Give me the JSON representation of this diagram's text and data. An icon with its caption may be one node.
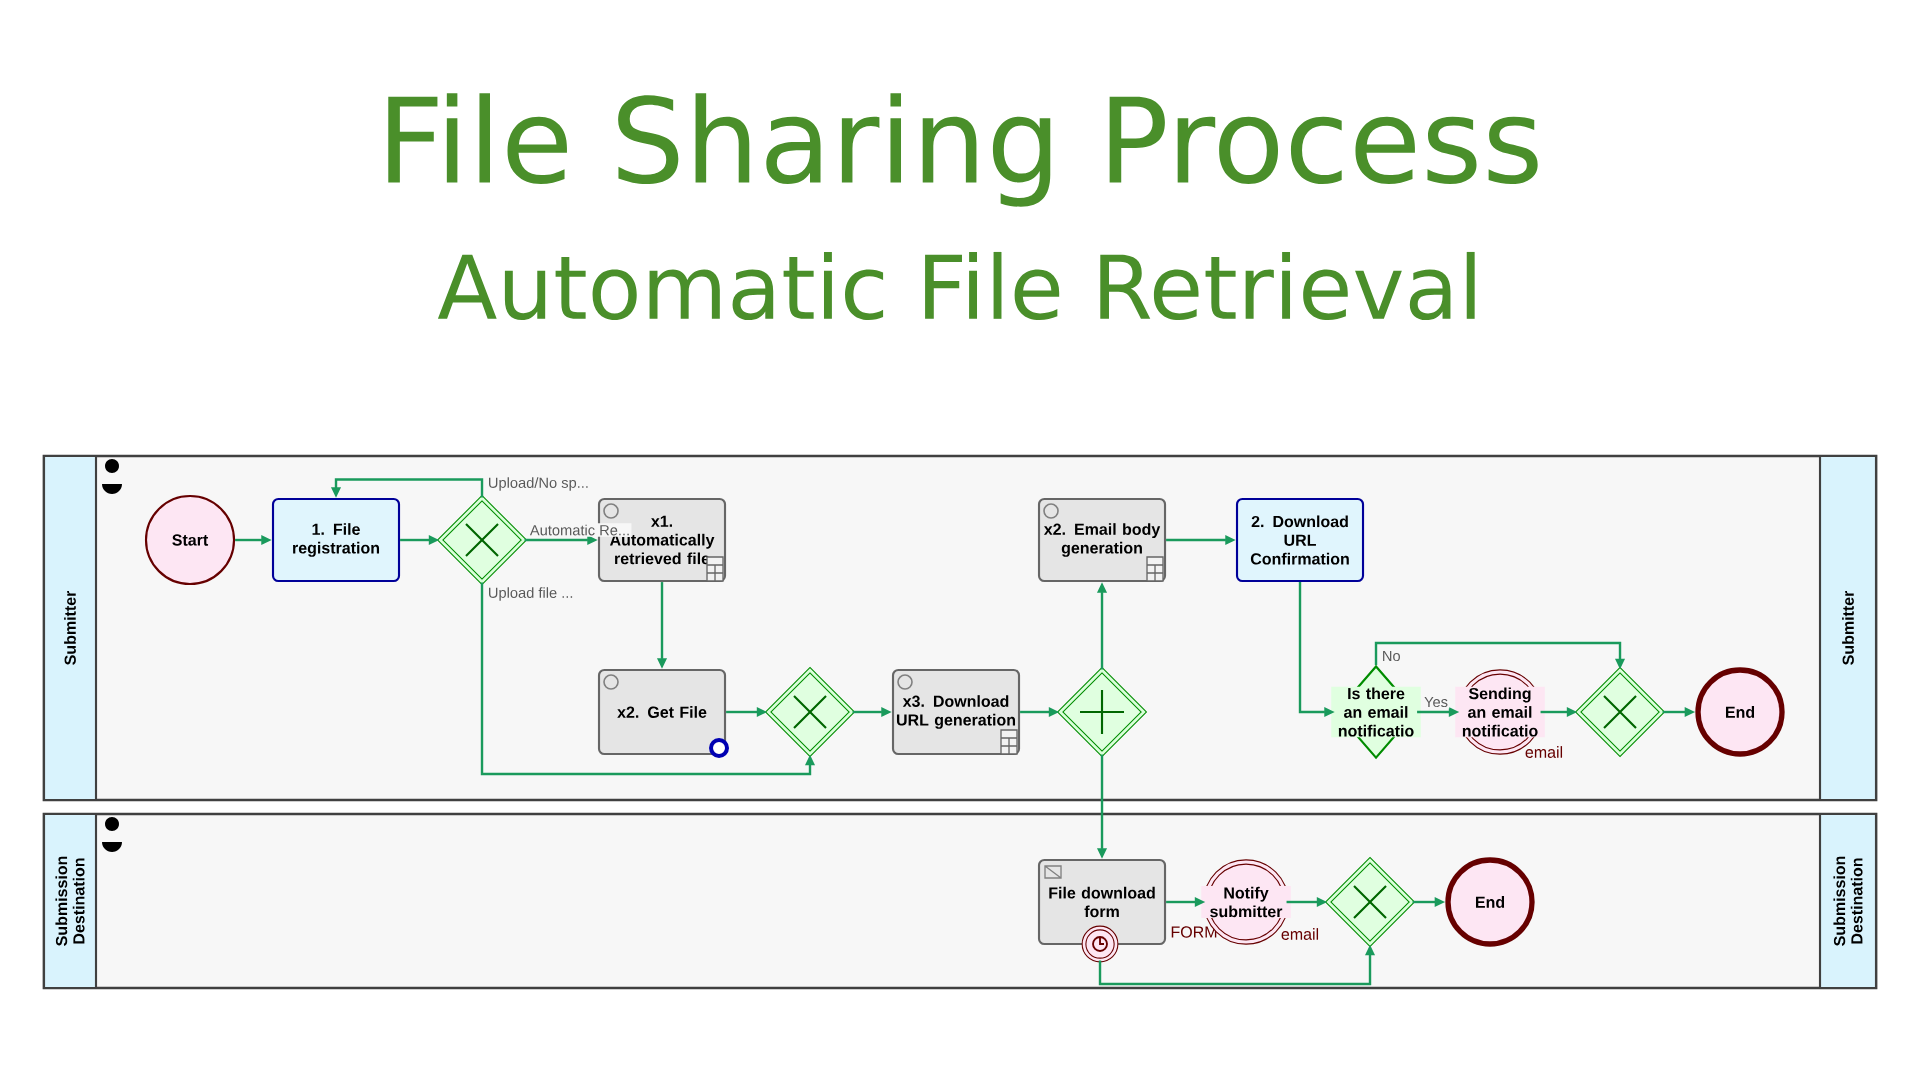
{
  "diagram": {
    "title": "File Sharing Process",
    "labels": [
      "Automatic File Retrieval"
    ],
    "nodes": [
      {
        "text": [
          "Submitter",
          "Submitter"
        ]
      },
      {
        "text": [
          "Submission Destination",
          "Submission Destination"
        ]
      },
      {
        "text": [
          "Start"
        ],
        "in": 0
      },
      {
        "text": [
          "1. File registration"
        ],
        "in": 0
      },
      {
        "text": [],
        "shape": "diamond",
        "in": 0
      },
      {
        "text": [
          "x1. Automatically retrieved file"
        ],
        "in": 0
      },
      {
        "text": [
          "x2. Get File"
        ],
        "in": 0
      },
      {
        "text": [],
        "shape": "diamond",
        "in": 0
      },
      {
        "text": [
          "x3. Download URL generation"
        ],
        "in": 0
      },
      {
        "text": [],
        "shape": "diamond",
        "in": 0
      },
      {
        "text": [
          "x2. Email body generation"
        ],
        "in": 0
      },
      {
        "text": [
          "2. Download URL Confirmation"
        ],
        "in": 0
      },
      {
        "text": [
          "Is there an email notificatio"
        ],
        "in": 0
      },
      {
        "text": [
          "Sending an email notificatio"
        ],
        "beside": [
          "email"
        ],
        "in": 0
      },
      {
        "text": [],
        "shape": "diamond",
        "in": 0
      },
      {
        "text": [
          "End"
        ],
        "in": 0
      },
      {
        "text": [
          "File download form"
        ],
        "beside": [
          "FORM"
        ],
        "in": 1
      },
      {
        "text": [
          "Notify submitter"
        ],
        "beside": [
          "email"
        ],
        "in": 1
      },
      {
        "text": [],
        "shape": "diamond",
        "in": 1
      },
      {
        "text": [
          "End"
        ],
        "in": 1
      },
      {
        "text": [],
        "shape": "circle",
        "in": 1
      }
    ],
    "edges": [
      {
        "from": 2,
        "to": 3,
        "arrow": "to"
      },
      {
        "from": 3,
        "to": 4,
        "arrow": "to"
      },
      {
        "from": 4,
        "to": 3,
        "arrow": "to",
        "label": "Upload/No sp..."
      },
      {
        "from": 4,
        "to": 5,
        "arrow": "to",
        "label": "Automatic Re..."
      },
      {
        "from": 4,
        "to": 7,
        "arrow": "to",
        "label": "Upload file ..."
      },
      {
        "from": 5,
        "to": 6,
        "arrow": "to"
      },
      {
        "from": 6,
        "to": 7,
        "arrow": "to"
      },
      {
        "from": 7,
        "to": 8,
        "arrow": "to"
      },
      {
        "from": 8,
        "to": 9,
        "arrow": "to"
      },
      {
        "from": 9,
        "to": 10,
        "arrow": "to"
      },
      {
        "from": 9,
        "to": 16,
        "arrow": "to"
      },
      {
        "from": 10,
        "to": 11,
        "arrow": "to"
      },
      {
        "from": 11,
        "to": 12,
        "arrow": "to"
      },
      {
        "from": 12,
        "to": 13,
        "arrow": "to",
        "label": "Yes"
      },
      {
        "from": 12,
        "to": 14,
        "arrow": "to",
        "label": "No"
      },
      {
        "from": 13,
        "to": 14,
        "arrow": "to"
      },
      {
        "from": 14,
        "to": 15,
        "arrow": "to"
      },
      {
        "from": 16,
        "to": 17,
        "arrow": "to"
      },
      {
        "from": 17,
        "to": 18,
        "arrow": "to"
      },
      {
        "from": 18,
        "to": 19,
        "arrow": "to"
      },
      {
        "from": 20,
        "to": 18,
        "arrow": "to"
      }
    ]
  }
}
